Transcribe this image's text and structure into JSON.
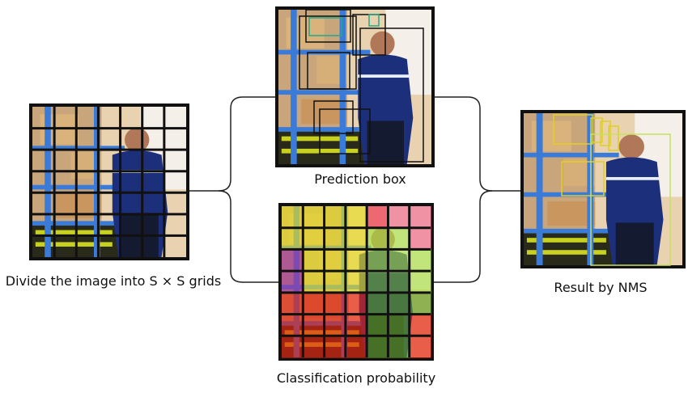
{
  "labels": {
    "grid": "Divide the image into S × S grids",
    "prediction": "Prediction box",
    "classification": "Classification probability",
    "nms": "Result by NMS"
  },
  "grid_size": 7,
  "class_grid_colors": [
    [
      "#e8e020",
      "#e8e020",
      "#e8e020",
      "#e8e020",
      "#f03050",
      "#f06080",
      "#f06080"
    ],
    [
      "#e8e020",
      "#e8e020",
      "#e8e020",
      "#e8e020",
      "#a8e040",
      "#a8e040",
      "#f06080"
    ],
    [
      "#a030a0",
      "#e8e020",
      "#e8e020",
      "#e8e020",
      "#a8e040",
      "#a8e040",
      "#a8e040"
    ],
    [
      "#a030a0",
      "#e8e020",
      "#e8e020",
      "#e8e020",
      "#70b030",
      "#70b030",
      "#a8e040"
    ],
    [
      "#e82010",
      "#e82010",
      "#e82010",
      "#e82010",
      "#60a020",
      "#60a020",
      "#60a020"
    ],
    [
      "#e82010",
      "#e82010",
      "#e82010",
      "#e82010",
      "#60a020",
      "#60a020",
      "#e82010"
    ],
    [
      "#e82010",
      "#e82010",
      "#e82010",
      "#e82010",
      "#60a020",
      "#60a020",
      "#e82010"
    ]
  ],
  "colors": {
    "frame": "#111111",
    "nms_box": "#e0d020",
    "connector": "#222222"
  }
}
